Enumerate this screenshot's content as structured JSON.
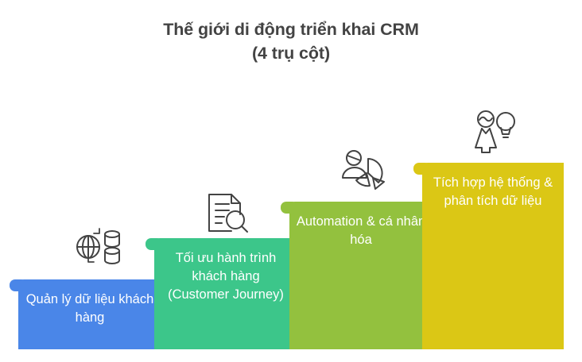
{
  "title": {
    "line1": "Thế giới di động triển khai CRM",
    "line2": "(4 trụ cột)"
  },
  "chart_data": {
    "type": "bar",
    "title": "Thế giới di động triển khai CRM (4 trụ cột)",
    "subtitle": "(4 trụ cột)",
    "xlabel": "",
    "ylabel": "",
    "grid": false,
    "legend": "none",
    "orientation": "ascending-staircase",
    "categories": [
      "Quản lý dữ liệu khách hàng",
      "Tối ưu hành trình khách hàng (Customer Journey)",
      "Automation & cá nhân hóa",
      "Tích hợp hệ thống & phân tích dữ liệu"
    ],
    "values": [
      1,
      2,
      3,
      4
    ],
    "ylim": [
      0,
      4
    ],
    "colors": [
      "#4a86e8",
      "#3cc68a",
      "#93c13e",
      "#dbc715"
    ]
  },
  "pillars": [
    {
      "index": "1",
      "label": "Quản lý dữ liệu khách hàng",
      "color": "#4a86e8",
      "icon": "globe-database-icon"
    },
    {
      "index": "2",
      "label": "Tối ưu hành trình khách hàng (Customer Journey)",
      "color": "#3cc68a",
      "icon": "document-search-icon"
    },
    {
      "index": "3",
      "label": "Automation & cá nhân hóa",
      "color": "#93c13e",
      "icon": "person-pie-chart-icon"
    },
    {
      "index": "4",
      "label": "Tích hợp hệ thống & phân tích dữ liệu",
      "color": "#dbc715",
      "icon": "person-lightbulb-icon"
    }
  ],
  "style": {
    "background": "#ffffff",
    "title_color": "#434343",
    "label_color": "#ffffff",
    "icon_color": "#434343"
  }
}
